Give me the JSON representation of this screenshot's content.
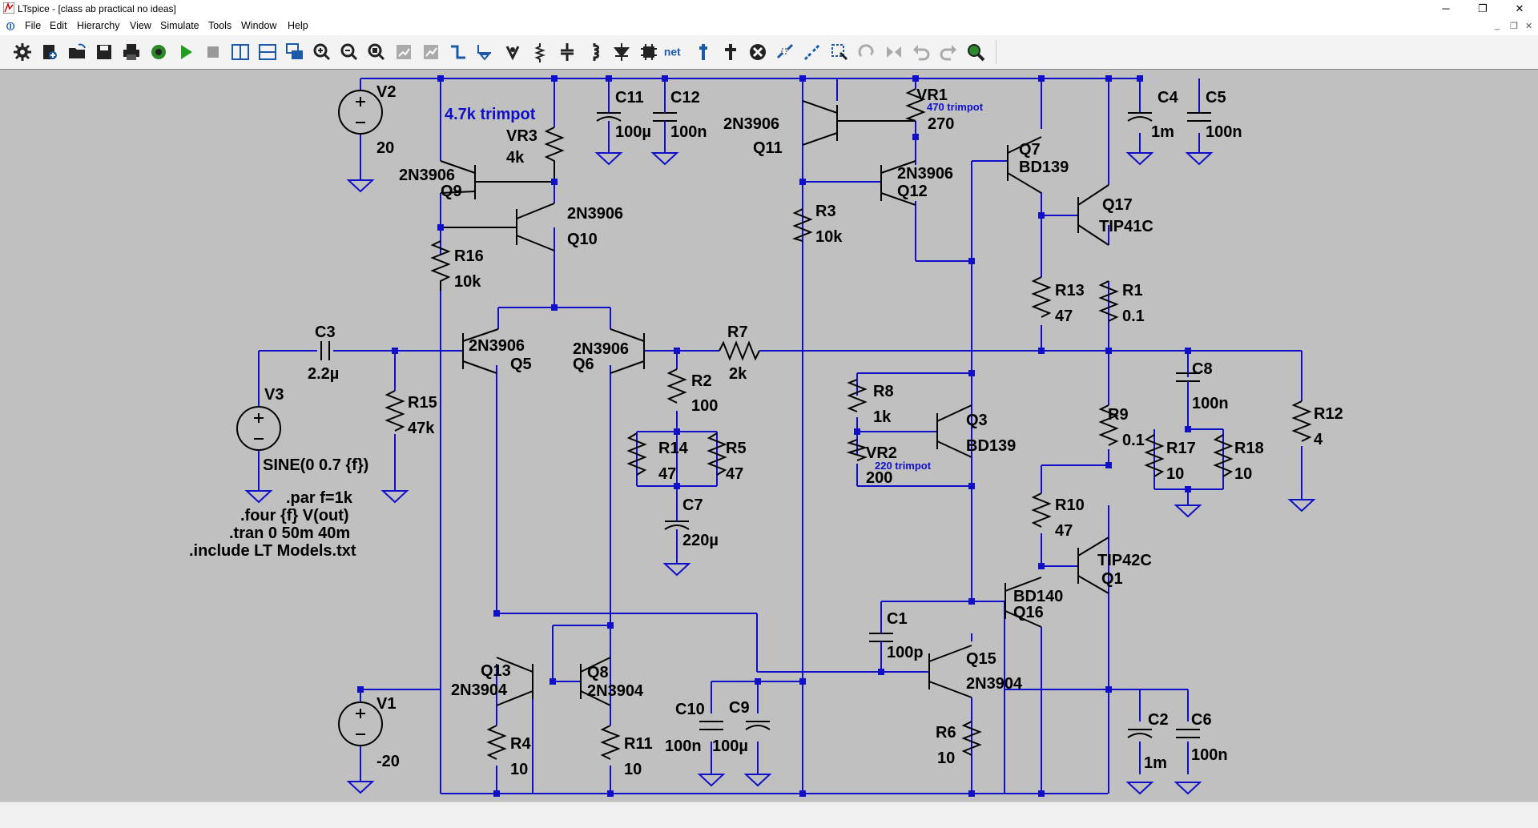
{
  "window": {
    "title": "LTspice - [class ab practical no ideas]",
    "minimize": "─",
    "maximize": "❐",
    "close": "✕"
  },
  "menu": [
    "File",
    "Edit",
    "Hierarchy",
    "View",
    "Simulate",
    "Tools",
    "Window",
    "Help"
  ],
  "mdi": {
    "minimize": "_",
    "restore": "❐",
    "close": "✕"
  },
  "toolbar": {
    "net_label": "net"
  },
  "schematic": {
    "sources": {
      "v2_name": "V2",
      "v2_value": "20",
      "v1_name": "V1",
      "v1_value": "-20",
      "v3_name": "V3",
      "v3_value": "SINE(0 0.7 {f})"
    },
    "directives": [
      ".par f=1k",
      ".four {f} V(out)",
      ".tran 0 50m 40m",
      ".include LT Models.txt"
    ],
    "notes": {
      "vr3_note": "4.7k trimpot",
      "vr1_note": "470 trimpot",
      "vr2_note": "220 trimpot"
    },
    "transistors": {
      "q9_model": "2N3906",
      "q9_name": "Q9",
      "q10_model": "2N3906",
      "q10_name": "Q10",
      "q5_model": "2N3906",
      "q5_name": "Q5",
      "q6_model": "2N3906",
      "q6_name": "Q6",
      "q11_model": "2N3906",
      "q11_name": "Q11",
      "q12_model": "2N3906",
      "q12_name": "Q12",
      "q7_name": "Q7",
      "q7_model": "BD139",
      "q17_name": "Q17",
      "q17_model": "TIP41C",
      "q3_name": "Q3",
      "q3_model": "BD139",
      "q1_model": "TIP42C",
      "q1_name": "Q1",
      "q16_model": "BD140",
      "q16_name": "Q16",
      "q15_name": "Q15",
      "q15_model": "2N3904",
      "q13_name": "Q13",
      "q13_model": "2N3904",
      "q8_name": "Q8",
      "q8_model": "2N3904"
    },
    "resistors": {
      "vr3_name": "VR3",
      "vr3_value": "4k",
      "r16_name": "R16",
      "r16_value": "10k",
      "r15_name": "R15",
      "r15_value": "47k",
      "r7_name": "R7",
      "r7_value": "2k",
      "r2_name": "R2",
      "r2_value": "100",
      "r14_name": "R14",
      "r14_value": "47",
      "r5_name": "R5",
      "r5_value": "47",
      "vr1_name": "VR1",
      "vr1_value": "270",
      "r3_name": "R3",
      "r3_value": "10k",
      "r8_name": "R8",
      "r8_value": "1k",
      "vr2_name": "VR2",
      "vr2_value": "200",
      "r13_name": "R13",
      "r13_value": "47",
      "r1_name": "R1",
      "r1_value": "0.1",
      "r9_name": "R9",
      "r9_value": "0.1",
      "r10_name": "R10",
      "r10_value": "47",
      "r17_name": "R17",
      "r17_value": "10",
      "r18_name": "R18",
      "r18_value": "10",
      "r12_name": "R12",
      "r12_value": "4",
      "r4_name": "R4",
      "r4_value": "10",
      "r11_name": "R11",
      "r11_value": "10",
      "r6_name": "R6",
      "r6_value": "10"
    },
    "capacitors": {
      "c11_name": "C11",
      "c11_value": "100µ",
      "c12_name": "C12",
      "c12_value": "100n",
      "c4_name": "C4",
      "c4_value": "1m",
      "c5_name": "C5",
      "c5_value": "100n",
      "c3_name": "C3",
      "c3_value": "2.2µ",
      "c7_name": "C7",
      "c7_value": "220µ",
      "c8_name": "C8",
      "c8_value": "100n",
      "c1_name": "C1",
      "c1_value": "100p",
      "c10_name": "C10",
      "c10_value": "100n",
      "c9_name": "C9",
      "c9_value": "100µ",
      "c2_name": "C2",
      "c2_value": "1m",
      "c6_name": "C6",
      "c6_value": "100n"
    }
  }
}
